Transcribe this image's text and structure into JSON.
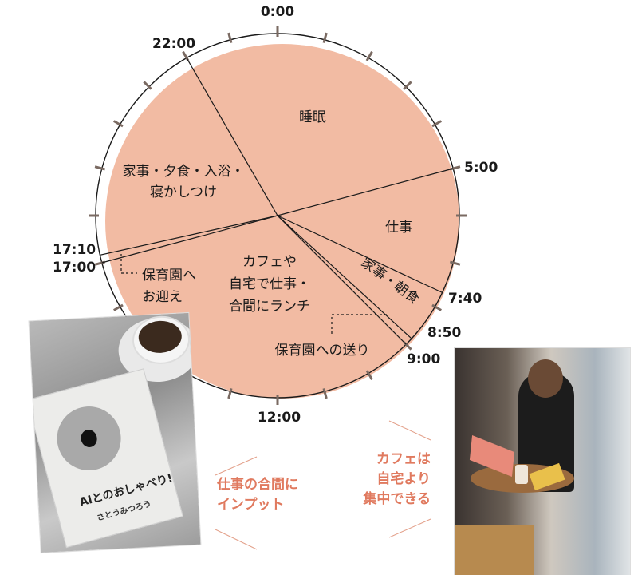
{
  "chart_data": {
    "type": "pie",
    "title": "",
    "style": "24-hour clock pie",
    "start": "0:00 at top, clockwise",
    "segments": [
      {
        "label": "睡眠",
        "start": "22:00",
        "end": "5:00",
        "hours": 7.0
      },
      {
        "label": "仕事",
        "start": "5:00",
        "end": "7:40",
        "hours": 2.67
      },
      {
        "label": "家事・朝食",
        "start": "7:40",
        "end": "8:50",
        "hours": 1.17
      },
      {
        "label": "保育園への送り",
        "start": "8:50",
        "end": "9:00",
        "hours": 0.17
      },
      {
        "label": "カフェや自宅で仕事・合間にランチ",
        "start": "9:00",
        "end": "17:00",
        "hours": 8.0
      },
      {
        "label": "保育園へお迎え",
        "start": "17:00",
        "end": "17:10",
        "hours": 0.17
      },
      {
        "label": "家事・夕食・入浴・寝かしつけ",
        "start": "17:10",
        "end": "22:00",
        "hours": 4.83
      }
    ],
    "time_labels": [
      "0:00",
      "5:00",
      "7:40",
      "8:50",
      "9:00",
      "12:00",
      "17:00",
      "17:10",
      "22:00"
    ],
    "ticks": 24,
    "fill_color": "#f2bba3",
    "outline_color": "#1a1a1a"
  },
  "labels": {
    "t0000": "0:00",
    "t2200": "22:00",
    "t0500": "5:00",
    "t0740": "7:40",
    "t0850": "8:50",
    "t0900": "9:00",
    "t1200": "12:00",
    "t1700": "17:00",
    "t1710": "17:10",
    "sleep": "睡眠",
    "work": "仕事",
    "morning_chores": "家事・朝食",
    "dropoff": "保育園への送り",
    "cafe_line1": "カフェや",
    "cafe_line2": "自宅で仕事・",
    "cafe_line3": "合間にランチ",
    "pickup_line1": "保育園へ",
    "pickup_line2": "お迎え",
    "evening_line1": "家事・夕食・入浴・",
    "evening_line2": "寝かしつけ"
  },
  "notes": {
    "input_line1": "仕事の合間に",
    "input_line2": "インプット",
    "cafe_line1": "カフェは",
    "cafe_line2": "自宅より",
    "cafe_line3": "集中できる"
  },
  "photos": {
    "book_title": "AIとのおしゃべり!",
    "book_author": "さとうみつろう"
  },
  "colors": {
    "fill": "#f2bba3",
    "accent": "#e07a5f",
    "text": "#1a1a1a"
  }
}
